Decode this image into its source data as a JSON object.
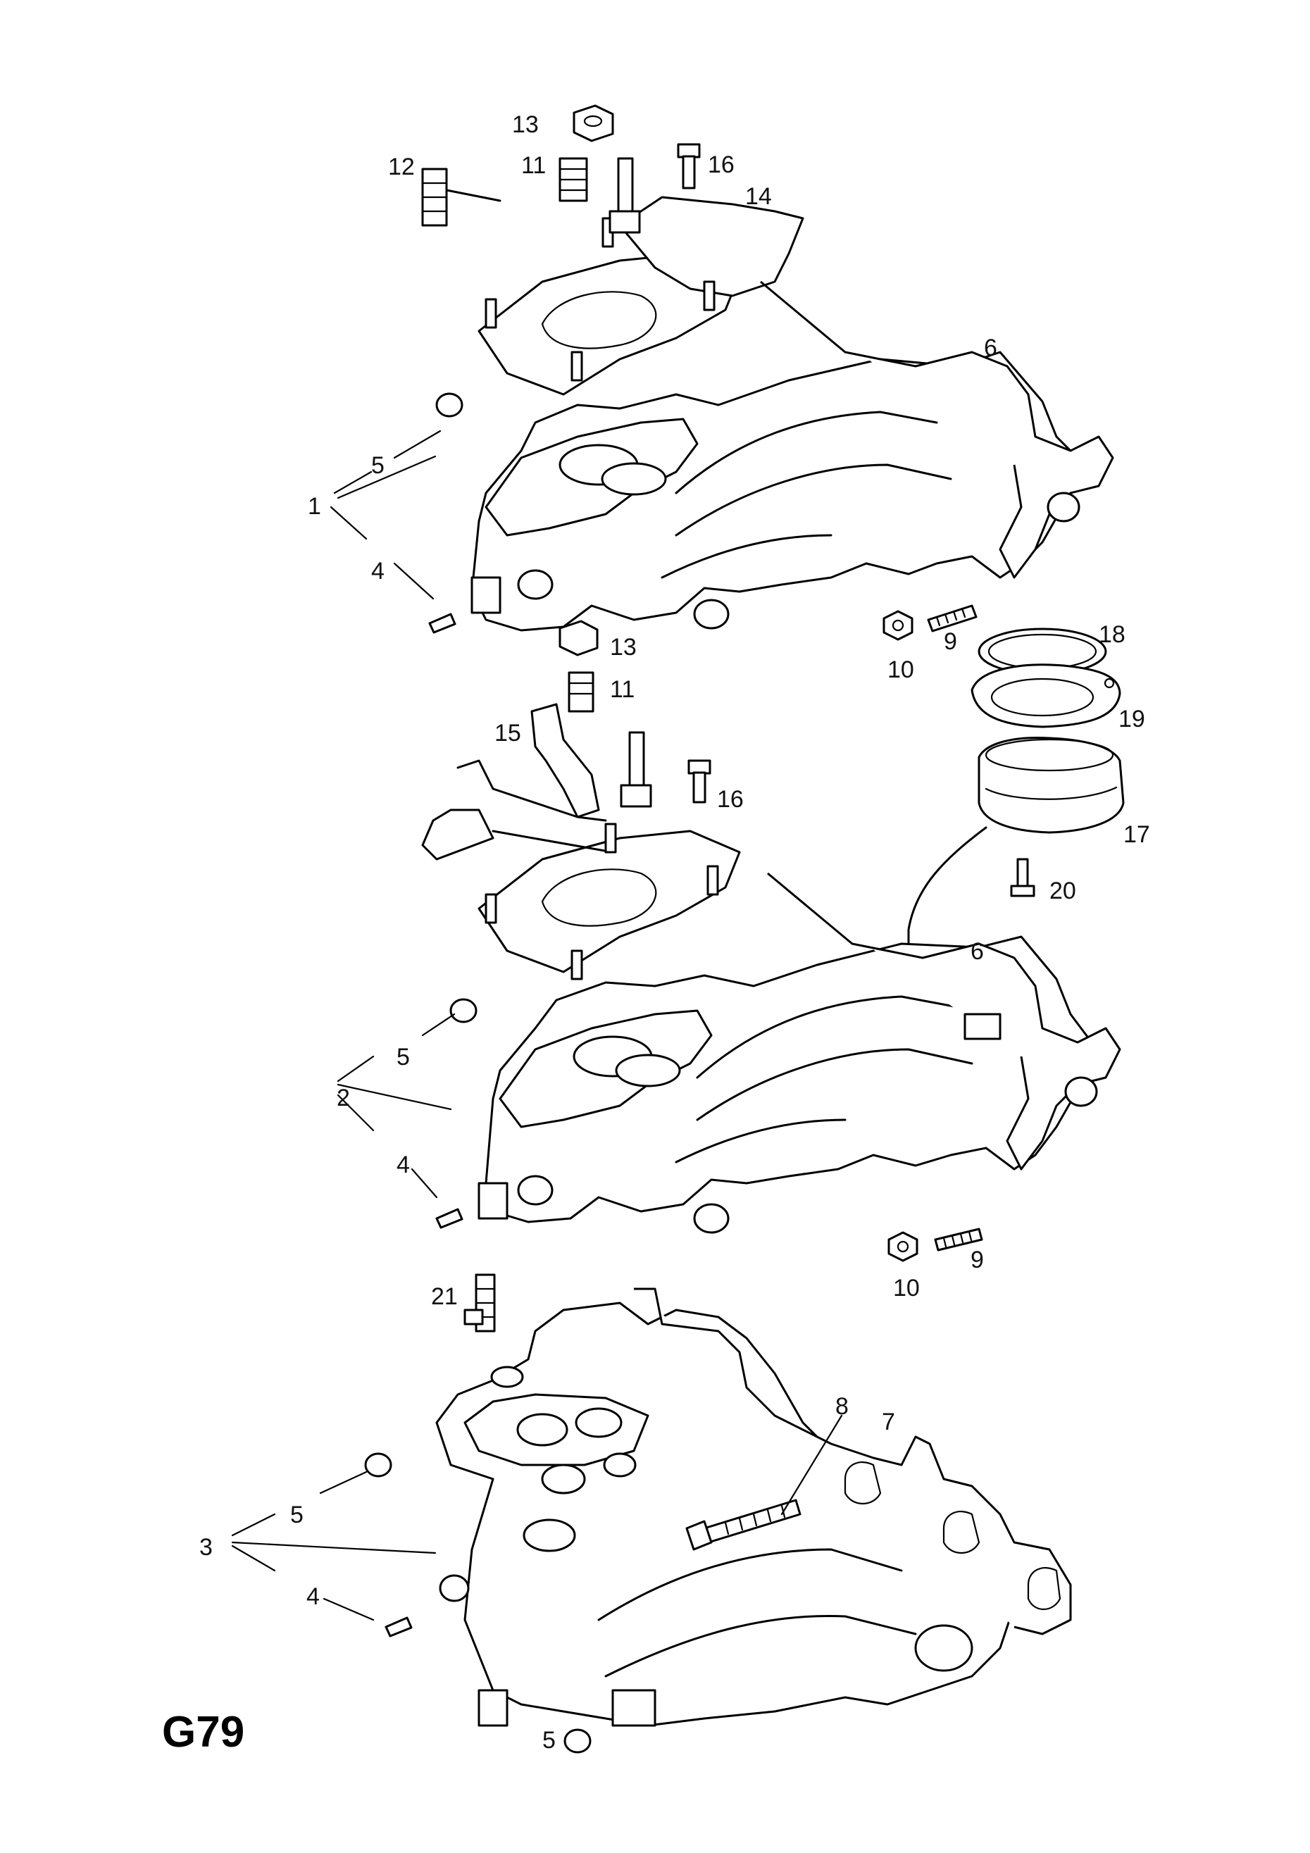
{
  "diagram_code": "G79",
  "callouts": {
    "top": [
      "13",
      "12",
      "11",
      "16",
      "14",
      "6",
      "5",
      "1",
      "4",
      "13",
      "11",
      "10",
      "9",
      "18",
      "19",
      "17",
      "20"
    ],
    "middle": [
      "15",
      "16",
      "6",
      "5",
      "2",
      "4",
      "10",
      "9"
    ],
    "bottom": [
      "21",
      "8",
      "7",
      "5",
      "3",
      "4",
      "5"
    ]
  },
  "labels": {
    "l13a": "13",
    "l12": "12",
    "l11a": "11",
    "l16a": "16",
    "l14": "14",
    "l6a": "6",
    "l5a": "5",
    "l1": "1",
    "l4a": "4",
    "l13b": "13",
    "l11b": "11",
    "l10a": "10",
    "l9a": "9",
    "l18": "18",
    "l19": "19",
    "l17": "17",
    "l20": "20",
    "l15": "15",
    "l16b": "16",
    "l6b": "6",
    "l5b": "5",
    "l2": "2",
    "l4b": "4",
    "l10b": "10",
    "l9b": "9",
    "l21": "21",
    "l8": "8",
    "l7": "7",
    "l5c": "5",
    "l3": "3",
    "l4c": "4",
    "l5d": "5"
  }
}
